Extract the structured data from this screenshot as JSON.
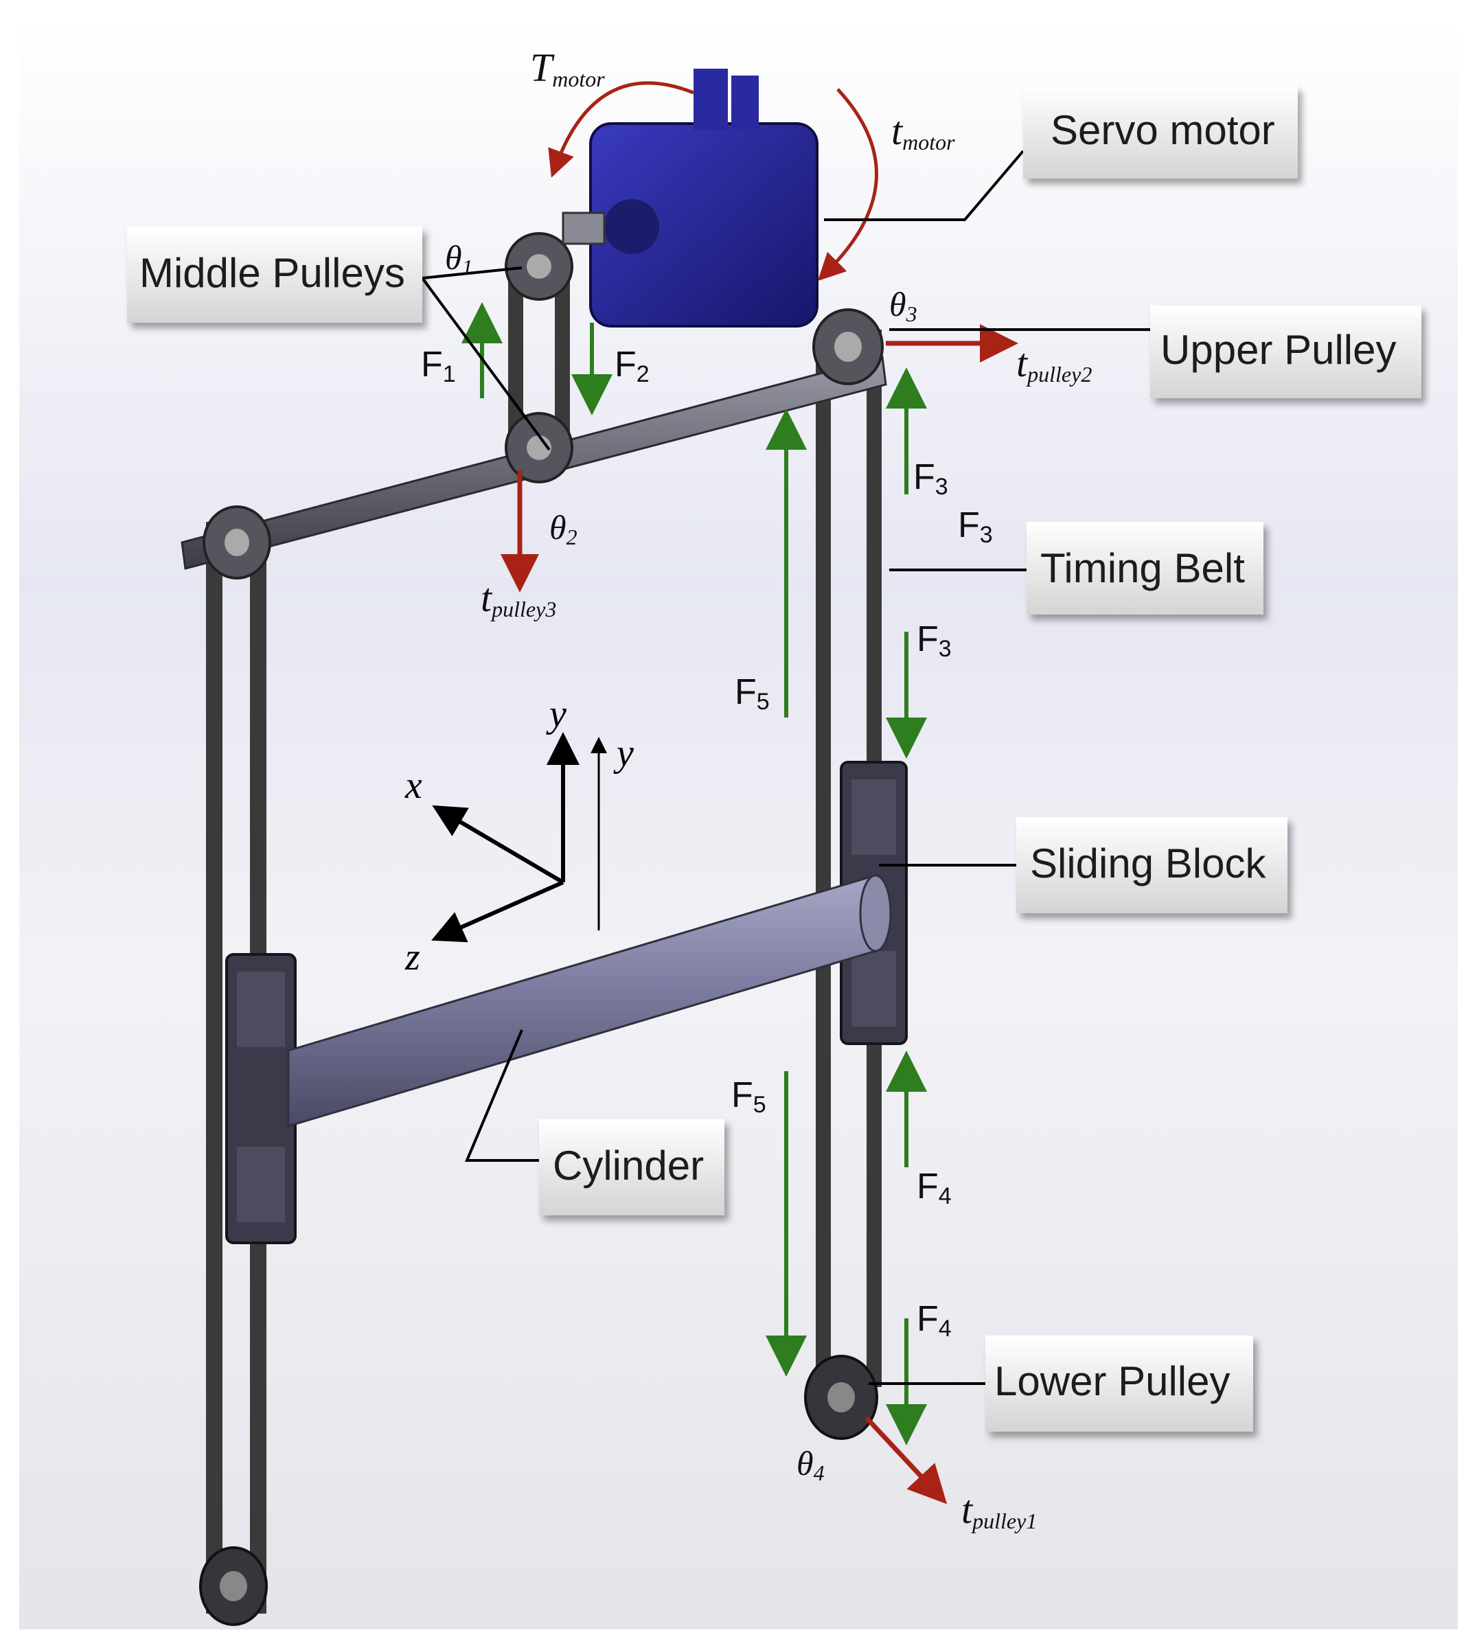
{
  "callouts": {
    "servo_motor": "Servo motor",
    "middle_pulleys": "Middle Pulleys",
    "upper_pulley": "Upper Pulley",
    "timing_belt": "Timing Belt",
    "sliding_block": "Sliding Block",
    "cylinder": "Cylinder",
    "lower_pulley": "Lower Pulley"
  },
  "torques": {
    "T_motor": {
      "base": "T",
      "sub": "motor"
    },
    "t_motor": {
      "base": "t",
      "sub": "motor"
    },
    "t_pulley1": {
      "base": "t",
      "sub": "pulley1"
    },
    "t_pulley2": {
      "base": "t",
      "sub": "pulley2"
    },
    "t_pulley3": {
      "base": "t",
      "sub": "pulley3"
    }
  },
  "angles": {
    "theta1": {
      "base": "θ",
      "sub": "1"
    },
    "theta2": {
      "base": "θ",
      "sub": "2"
    },
    "theta3": {
      "base": "θ",
      "sub": "3"
    },
    "theta4": {
      "base": "θ",
      "sub": "4"
    }
  },
  "forces": {
    "F1": {
      "base": "F",
      "sub": "1"
    },
    "F2": {
      "base": "F",
      "sub": "2"
    },
    "F3": {
      "base": "F",
      "sub": "3"
    },
    "F4": {
      "base": "F",
      "sub": "4"
    },
    "F5": {
      "base": "F",
      "sub": "5"
    }
  },
  "axes": {
    "x": "x",
    "y": "y",
    "z": "z"
  },
  "colors": {
    "force_arrow": "#2e7d1e",
    "torque_arrow": "#a82316",
    "motor_body": "#26269a",
    "belt": "#3a3a3a",
    "frame": "#6b6b78",
    "cylinder": "#7a7a9a"
  }
}
